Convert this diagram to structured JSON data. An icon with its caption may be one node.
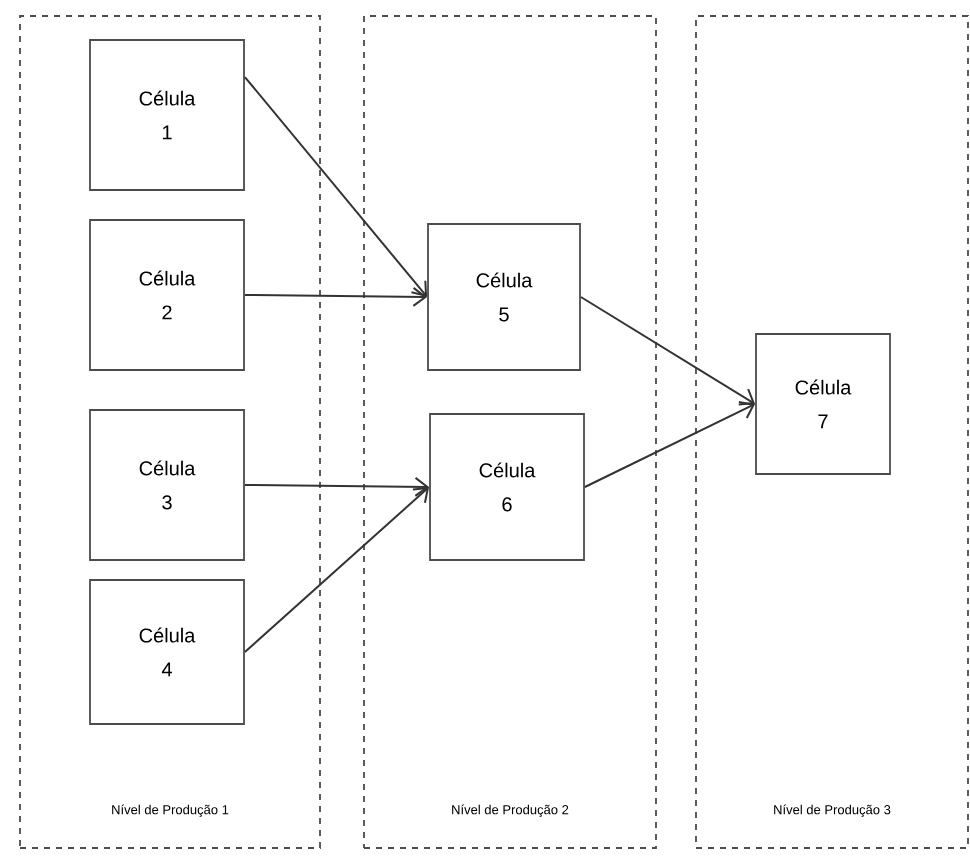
{
  "diagram": {
    "nodes": [
      {
        "text": [
          "Nível de Produção 1"
        ]
      },
      {
        "text": [
          "Célula 1"
        ],
        "in": 0
      },
      {
        "text": [
          "Célula 2"
        ],
        "in": 0
      },
      {
        "text": [
          "Célula 3"
        ],
        "in": 0
      },
      {
        "text": [
          "Célula 4"
        ],
        "in": 0
      },
      {
        "text": [
          "Nível de Produção 2"
        ]
      },
      {
        "text": [
          "Célula 5"
        ],
        "in": 5
      },
      {
        "text": [
          "Célula 6"
        ],
        "in": 5
      },
      {
        "text": [
          "Nível de Produção 3"
        ]
      },
      {
        "text": [
          "Célula 7"
        ],
        "in": 8
      }
    ],
    "edges": [
      {
        "from": 1,
        "to": 6,
        "arrow": "to"
      },
      {
        "from": 2,
        "to": 6,
        "arrow": "to"
      },
      {
        "from": 3,
        "to": 7,
        "arrow": "to"
      },
      {
        "from": 4,
        "to": 7,
        "arrow": "to"
      },
      {
        "from": 6,
        "to": 9,
        "arrow": "to"
      },
      {
        "from": 7,
        "to": 9,
        "arrow": "to"
      }
    ]
  }
}
